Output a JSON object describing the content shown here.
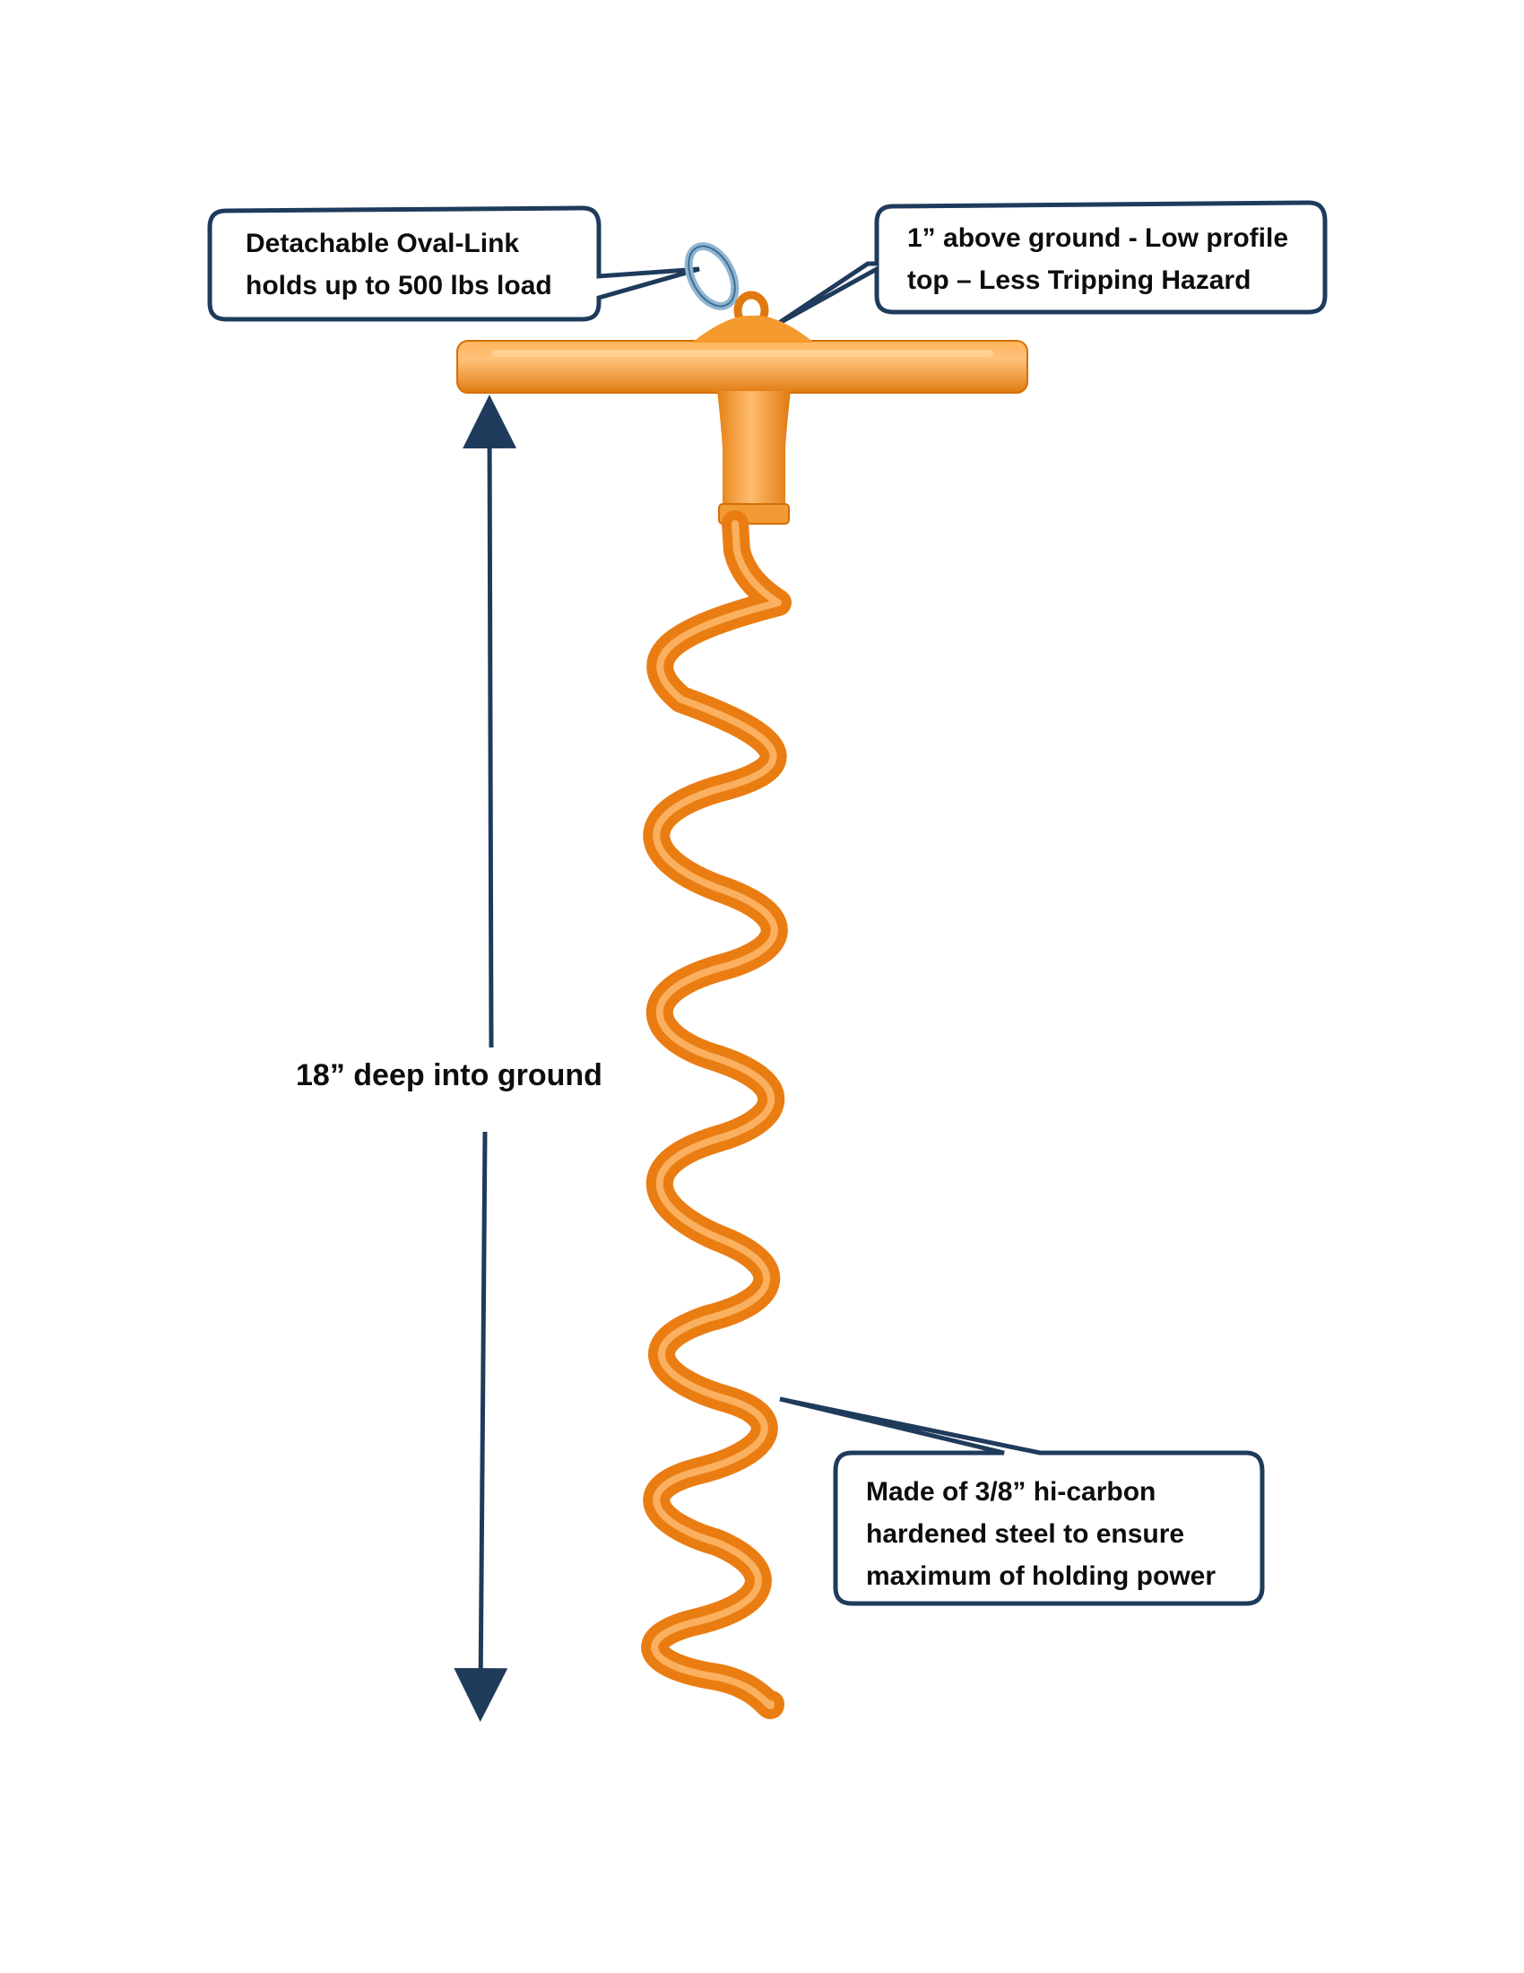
{
  "colors": {
    "stake_orange": "#f7931e",
    "stake_highlight": "#ffc27a",
    "stake_shadow": "#d9700a",
    "outline_navy": "#1f3b5c",
    "ring_steel": "#7aa7c7",
    "text": "#0d0d0d"
  },
  "callouts": {
    "oval_link": {
      "line1": "Detachable Oval-Link",
      "line2": "holds up to 500 lbs load"
    },
    "low_profile": {
      "line1": "1” above ground - Low profile",
      "line2": "top – Less Tripping Hazard"
    },
    "material": {
      "line1": "Made of 3/8” hi-carbon",
      "line2": "hardened steel to ensure",
      "line3": "maximum of holding power"
    }
  },
  "dimension": {
    "label": "18” deep into ground"
  }
}
